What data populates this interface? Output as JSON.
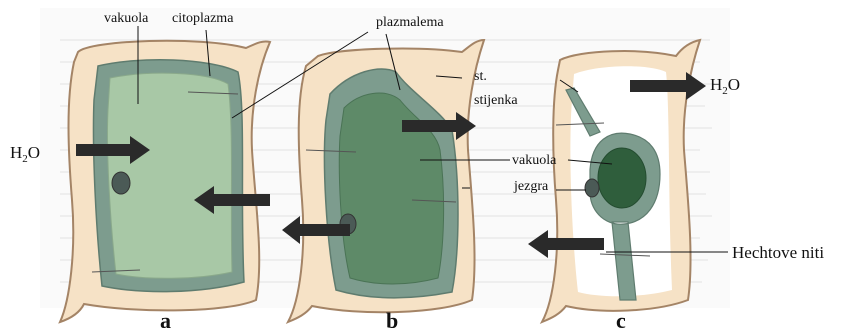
{
  "colors": {
    "wall": "#f6e2c6",
    "wall_edge": "#a48466",
    "cytoplasm": "#7d9c8e",
    "vacuole": "#a8c8a6",
    "vacuole_dark": "#3e6b4f",
    "nucleus": "#4b5a56",
    "arrow": "#2a2a2a",
    "background_text": "#d8d8d8"
  },
  "panels": {
    "a": {
      "caption": "a"
    },
    "b": {
      "caption": "b"
    },
    "c": {
      "caption": "c"
    }
  },
  "labels": {
    "vakuola_a": "vakuola",
    "citoplazma": "citoplazma",
    "plazmalema": "plazmalema",
    "st": "st.",
    "stijenka": "stijenka",
    "vakuola_b": "vakuola",
    "jezgra": "jezgra",
    "hechtove_niti": "Hechtove niti",
    "water_in": {
      "main": "H",
      "sub": "2",
      "tail": "O"
    },
    "water_out": {
      "main": "H",
      "sub": "2",
      "tail": "O"
    }
  }
}
